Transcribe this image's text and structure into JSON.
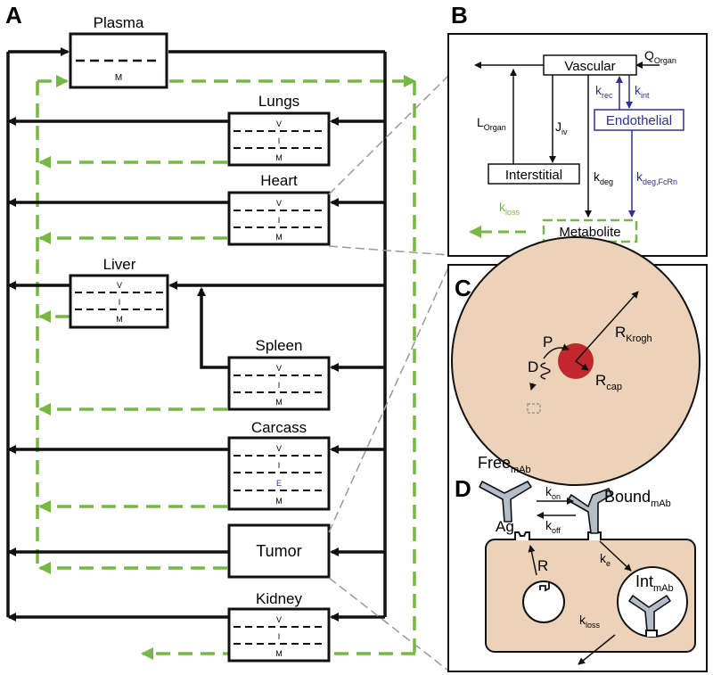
{
  "colors": {
    "line": "#111111",
    "green": "#76b843",
    "endothelial": "#2e3192",
    "tissue": "#ecd2b8",
    "capillary": "#c1272d",
    "antibody": "#b4bec8",
    "divider": "#999999"
  },
  "panelA": {
    "letter": "A",
    "plasma": {
      "title": "Plasma",
      "sub": "M"
    },
    "organs": {
      "lungs": {
        "title": "Lungs",
        "v": "V",
        "i": "I",
        "m": "M"
      },
      "heart": {
        "title": "Heart",
        "v": "V",
        "i": "I",
        "m": "M"
      },
      "liver": {
        "title": "Liver",
        "v": "V",
        "i": "I",
        "m": "M"
      },
      "spleen": {
        "title": "Spleen",
        "v": "V",
        "i": "I",
        "m": "M"
      },
      "carcass": {
        "title": "Carcass",
        "v": "V",
        "i": "I",
        "e": "E",
        "m": "M"
      },
      "tumor": {
        "title": "Tumor"
      },
      "kidney": {
        "title": "Kidney",
        "v": "V",
        "i": "I",
        "m": "M"
      }
    }
  },
  "panelB": {
    "letter": "B",
    "vascular": "Vascular",
    "endothelial": "Endothelial",
    "interstitial": "Interstitial",
    "metabolite": "Metabolite",
    "q_organ": {
      "main": "Q",
      "sub": "Organ"
    },
    "l_organ": {
      "main": "L",
      "sub": "Organ"
    },
    "j_iv": {
      "main": "J",
      "sub": "iv"
    },
    "k_rec": {
      "main": "k",
      "sub": "rec"
    },
    "k_int": {
      "main": "k",
      "sub": "int"
    },
    "k_deg": {
      "main": "k",
      "sub": "deg"
    },
    "k_deg_fcrn": {
      "main": "k",
      "sub": "deg,FcRn"
    },
    "k_loss": {
      "main": "k",
      "sub": "loss"
    }
  },
  "panelC": {
    "letter": "C",
    "p": "P",
    "d": "D",
    "r_krogh": {
      "main": "R",
      "sub": "Krogh"
    },
    "r_cap": {
      "main": "R",
      "sub": "cap"
    }
  },
  "panelD": {
    "letter": "D",
    "free": {
      "main": "Free",
      "sub": "mAb"
    },
    "bound": {
      "main": "Bound",
      "sub": "mAb"
    },
    "k_on": {
      "main": "k",
      "sub": "on"
    },
    "k_off": {
      "main": "k",
      "sub": "off"
    },
    "ag": "Ag",
    "r": "R",
    "k_e": {
      "main": "k",
      "sub": "e"
    },
    "int": {
      "main": "Int",
      "sub": "mAb"
    },
    "k_loss": {
      "main": "k",
      "sub": "loss"
    }
  }
}
